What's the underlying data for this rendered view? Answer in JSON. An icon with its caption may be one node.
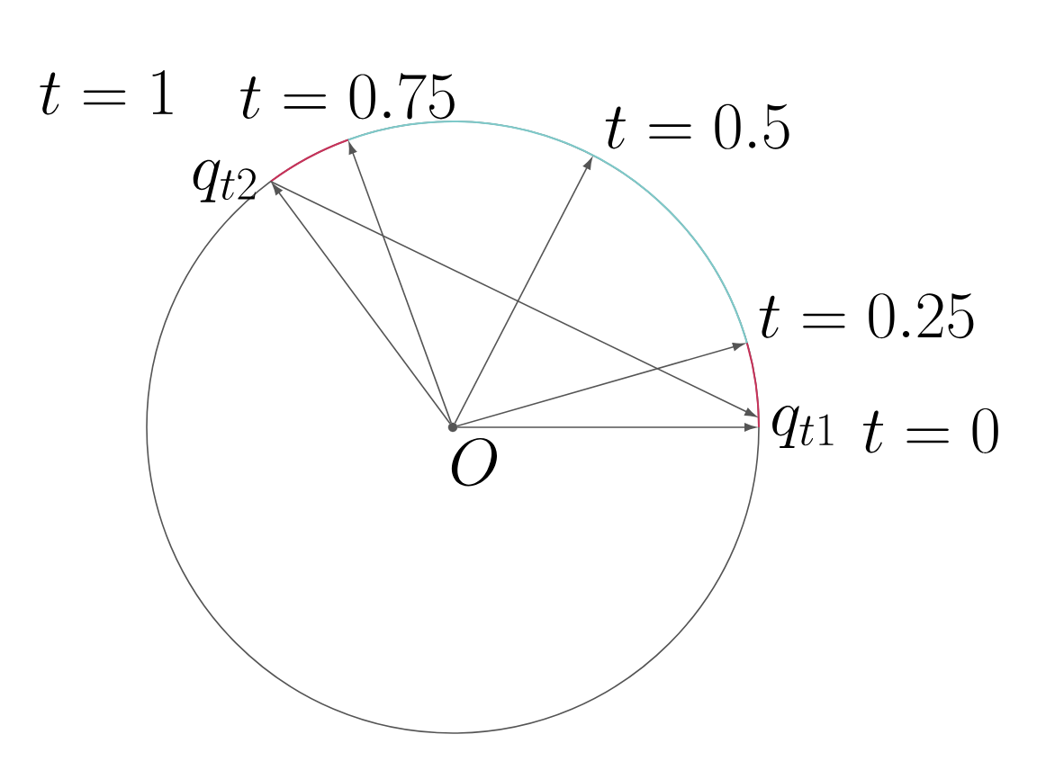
{
  "diagram": {
    "nodes": [
      {
        "text": [
          "O"
        ]
      },
      {
        "text": [
          "q_{t1}"
        ],
        "beside": [
          "t = 0"
        ]
      },
      {
        "text": [
          "t = 0.25"
        ]
      },
      {
        "text": [
          "t = 0.5"
        ]
      },
      {
        "text": [
          "t = 0.75"
        ]
      },
      {
        "text": [
          "q_{t2}"
        ]
      }
    ],
    "edges": [
      {
        "from": 0,
        "to": 1,
        "arrow": "to"
      },
      {
        "from": 0,
        "to": 2,
        "arrow": "to"
      },
      {
        "from": 0,
        "to": 3,
        "arrow": "to"
      },
      {
        "from": 0,
        "to": 4,
        "arrow": "to"
      },
      {
        "from": 0,
        "to": 5,
        "arrow": "to"
      },
      {
        "from": 5,
        "to": 1,
        "arrow": "to"
      }
    ],
    "labels": [
      "t = 1"
    ]
  }
}
